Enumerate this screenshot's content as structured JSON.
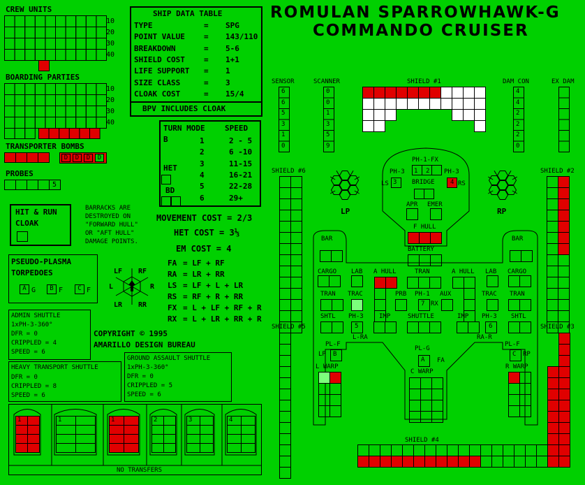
{
  "title": {
    "line1": "ROMULAN SPARROWHAWK-G",
    "line2": "COMMANDO CRUISER"
  },
  "crew_units": {
    "label": "CREW UNITS",
    "marks": [
      "10",
      "20",
      "30",
      "40"
    ]
  },
  "boarding_parties": {
    "label": "BOARDING PARTIES",
    "marks": [
      "10",
      "20",
      "30",
      "40"
    ]
  },
  "transporter_bombs": {
    "label": "TRANSPORTER BOMBS",
    "dummies": [
      "D",
      "D",
      "D",
      "D"
    ]
  },
  "probes": {
    "label": "PROBES",
    "last": "5"
  },
  "hit_run": {
    "line1": "HIT & RUN",
    "line2": "CLOAK"
  },
  "barracks_note": [
    "BARRACKS ARE",
    "DESTROYED ON",
    "\"FORWARD HULL\"",
    "OR \"AFT HULL\"",
    "DAMAGE POINTS."
  ],
  "ship_data": {
    "header": "SHIP DATA TABLE",
    "rows": [
      {
        "k": "TYPE",
        "eq": "=",
        "v": "SPG"
      },
      {
        "k": "POINT VALUE",
        "eq": "=",
        "v": "143/110"
      },
      {
        "k": "BREAKDOWN",
        "eq": "=",
        "v": "5-6"
      },
      {
        "k": "SHIELD COST",
        "eq": "=",
        "v": "1+1"
      },
      {
        "k": "LIFE SUPPORT",
        "eq": "=",
        "v": "1"
      },
      {
        "k": "SIZE CLASS",
        "eq": "=",
        "v": "3"
      },
      {
        "k": "CLOAK COST",
        "eq": "=",
        "v": "15/4"
      }
    ],
    "footer": "BPV INCLUDES CLOAK"
  },
  "turn_mode": {
    "h1": "TURN MODE",
    "h2": "SPEED",
    "modes": [
      "B",
      "HET",
      "BD"
    ],
    "rows": [
      {
        "n": "1",
        "s": "2 - 5"
      },
      {
        "n": "2",
        "s": "6 -10"
      },
      {
        "n": "3",
        "s": "11-15"
      },
      {
        "n": "4",
        "s": "16-21"
      },
      {
        "n": "5",
        "s": "22-28"
      },
      {
        "n": "6",
        "s": "29+"
      }
    ]
  },
  "costs": {
    "movement": "MOVEMENT COST = 2/3",
    "het": "HET COST = 3⅓",
    "em": "EM COST = 4"
  },
  "arcs": [
    {
      "k": "FA",
      "v": "= LF + RF"
    },
    {
      "k": "RA",
      "v": "= LR + RR"
    },
    {
      "k": "LS",
      "v": "= LF + L + LR"
    },
    {
      "k": "RS",
      "v": "= RF + R + RR"
    },
    {
      "k": "FX",
      "v": "= L + LF + RF + R"
    },
    {
      "k": "RX",
      "v": "= L + LR + RR + R"
    }
  ],
  "compass": {
    "lf": "LF",
    "rf": "RF",
    "l": "L",
    "r": "R",
    "lr": "LR",
    "rr": "RR"
  },
  "pseudo_plasma": {
    "line1": "PSEUDO-PLASMA",
    "line2": "TORPEDOES",
    "items": [
      {
        "id": "A",
        "arc": "G"
      },
      {
        "id": "B",
        "arc": "F"
      },
      {
        "id": "C",
        "arc": "F"
      }
    ]
  },
  "admin_shuttle": [
    "ADMIN SHUTTLE",
    "1xPH-3-360°",
    "DFR = 0",
    "CRIPPLED = 4",
    "SPEED = 6"
  ],
  "heavy_transport": [
    "HEAVY TRANSPORT SHUTTLE",
    "DFR = 0",
    "CRIPPLED = 8",
    "SPEED = 6"
  ],
  "ground_assault": [
    "GROUND ASSAULT SHUTTLE",
    "1xPH-3-360°",
    "DFR = 0",
    "CRIPPLED = 5",
    "SPEED = 6"
  ],
  "copyright": [
    "COPYRIGHT © 1995",
    "AMARILLO DESIGN BUREAU"
  ],
  "bays": {
    "numbers": [
      "1",
      "1",
      "1",
      "2",
      "3",
      "4"
    ],
    "footer": "NO TRANSFERS"
  },
  "ssd": {
    "sensor": {
      "label": "SENSOR",
      "values": [
        "6",
        "6",
        "5",
        "3",
        "1",
        "0"
      ]
    },
    "scanner": {
      "label": "SCANNER",
      "values": [
        "0",
        "0",
        "1",
        "3",
        "5",
        "9"
      ]
    },
    "damcon": {
      "label": "DAM CON",
      "values": [
        "4",
        "4",
        "2",
        "2",
        "2",
        "0"
      ]
    },
    "exdam": {
      "label": "EX DAM"
    },
    "shields": {
      "s1": "SHIELD #1",
      "s2": "SHIELD #2",
      "s3": "SHIELD #3",
      "s4": "SHIELD #4",
      "s5": "SHIELD #5",
      "s6": "SHIELD #6"
    },
    "labels": {
      "ph1fx": "PH-1-FX",
      "ph3l": "PH-3",
      "ph3r": "PH-3",
      "ls": "LS",
      "rs": "RS",
      "bridge": "BRIDGE",
      "apr": "APR",
      "emer": "EMER",
      "fhull": "F HULL",
      "battery": "BATTERY",
      "bar_l": "BAR",
      "bar_r": "BAR",
      "cargo_l": "CARGO",
      "cargo_r": "CARGO",
      "lab_l": "LAB",
      "lab_r": "LAB",
      "ahull_l": "A HULL",
      "ahull_r": "A HULL",
      "tran_c": "TRAN",
      "tran_l": "TRAN",
      "tran_r": "TRAN",
      "trac_l": "TRAC",
      "trac_r": "TRAC",
      "prb": "PRB",
      "ph1": "PH-1",
      "aux": "AUX",
      "rx": "RX",
      "shtl_l": "SHTL",
      "shtl_r": "SHTL",
      "ph3_lra": "PH-3",
      "ph3_rar": "PH-3",
      "imp_l": "IMP",
      "imp_r": "IMP",
      "shuttle": "SHUTTLE",
      "lra": "L-RA",
      "rar": "RA-R",
      "plf_l": "PL-F",
      "plf_r": "PL-F",
      "lp_box": "LP",
      "rp_box": "RP",
      "b_box": "B",
      "c_box": "C",
      "lwarp": "L WARP",
      "rwarp": "R WARP",
      "plg": "PL-G",
      "a_box": "A",
      "fa": "FA",
      "cwarp": "C WARP",
      "lp": "LP",
      "rp": "RP",
      "w4": "4",
      "w7": "7",
      "w5": "5",
      "w6": "6",
      "w1": "1",
      "w2": "2",
      "w3": "3"
    }
  }
}
